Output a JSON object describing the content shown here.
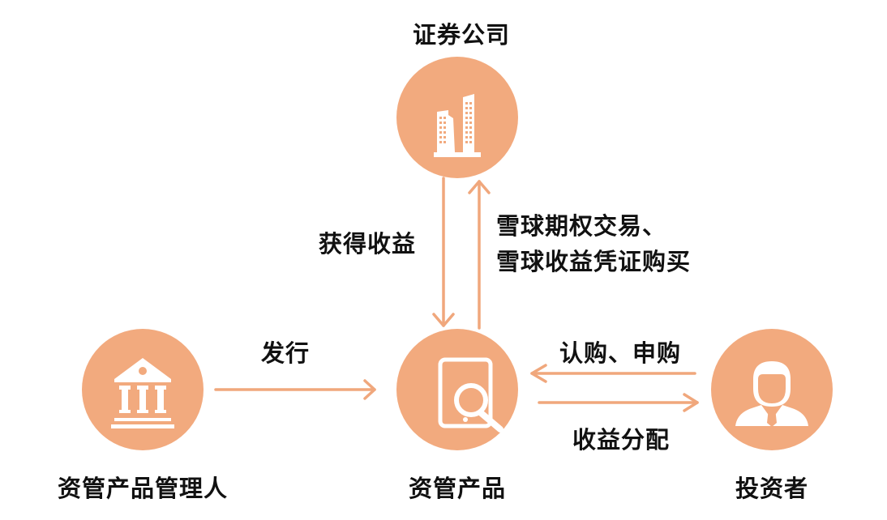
{
  "colors": {
    "node_fill": "#F2AA7E",
    "arrow": "#F0A77C",
    "icon": "#FFFFFF",
    "text": "#111111"
  },
  "nodes": {
    "securities": {
      "label": "证券公司",
      "icon": "building-icon"
    },
    "product": {
      "label": "资管产品",
      "icon": "tablet-search-icon"
    },
    "manager": {
      "label": "资管产品管理人",
      "icon": "bank-icon"
    },
    "investor": {
      "label": "投资者",
      "icon": "person-icon"
    }
  },
  "edges": {
    "securities_to_product": "获得收益",
    "product_to_securities_line1": "雪球期权交易、",
    "product_to_securities_line2": "雪球收益凭证购买",
    "manager_to_product": "发行",
    "investor_to_product": "认购、申购",
    "product_to_investor": "收益分配"
  }
}
